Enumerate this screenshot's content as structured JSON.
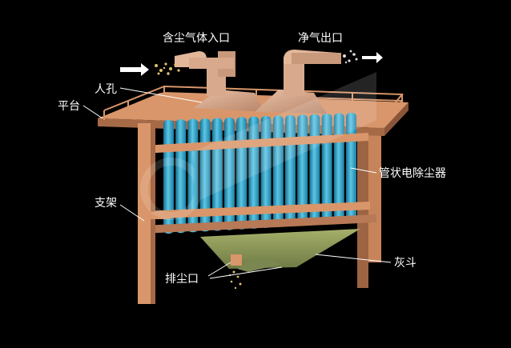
{
  "labels": {
    "inlet": "含尘气体入口",
    "outlet": "净气出口",
    "manhole": "人孔",
    "platform": "平台",
    "precipitator": "管状电除尘器",
    "support": "支架",
    "hopper": "灰斗",
    "dust_outlet": "排尘口"
  },
  "colors": {
    "background": "#000000",
    "frame": "#d9966a",
    "frame_shadow": "#a76a47",
    "tubes": "#2a9cc4",
    "tube_highlight": "#5cc6e6",
    "hopper": "#8c9a5c",
    "hood": "#d8a98c",
    "flow_arrow": "#ffffff",
    "dust": "#e0c070"
  }
}
